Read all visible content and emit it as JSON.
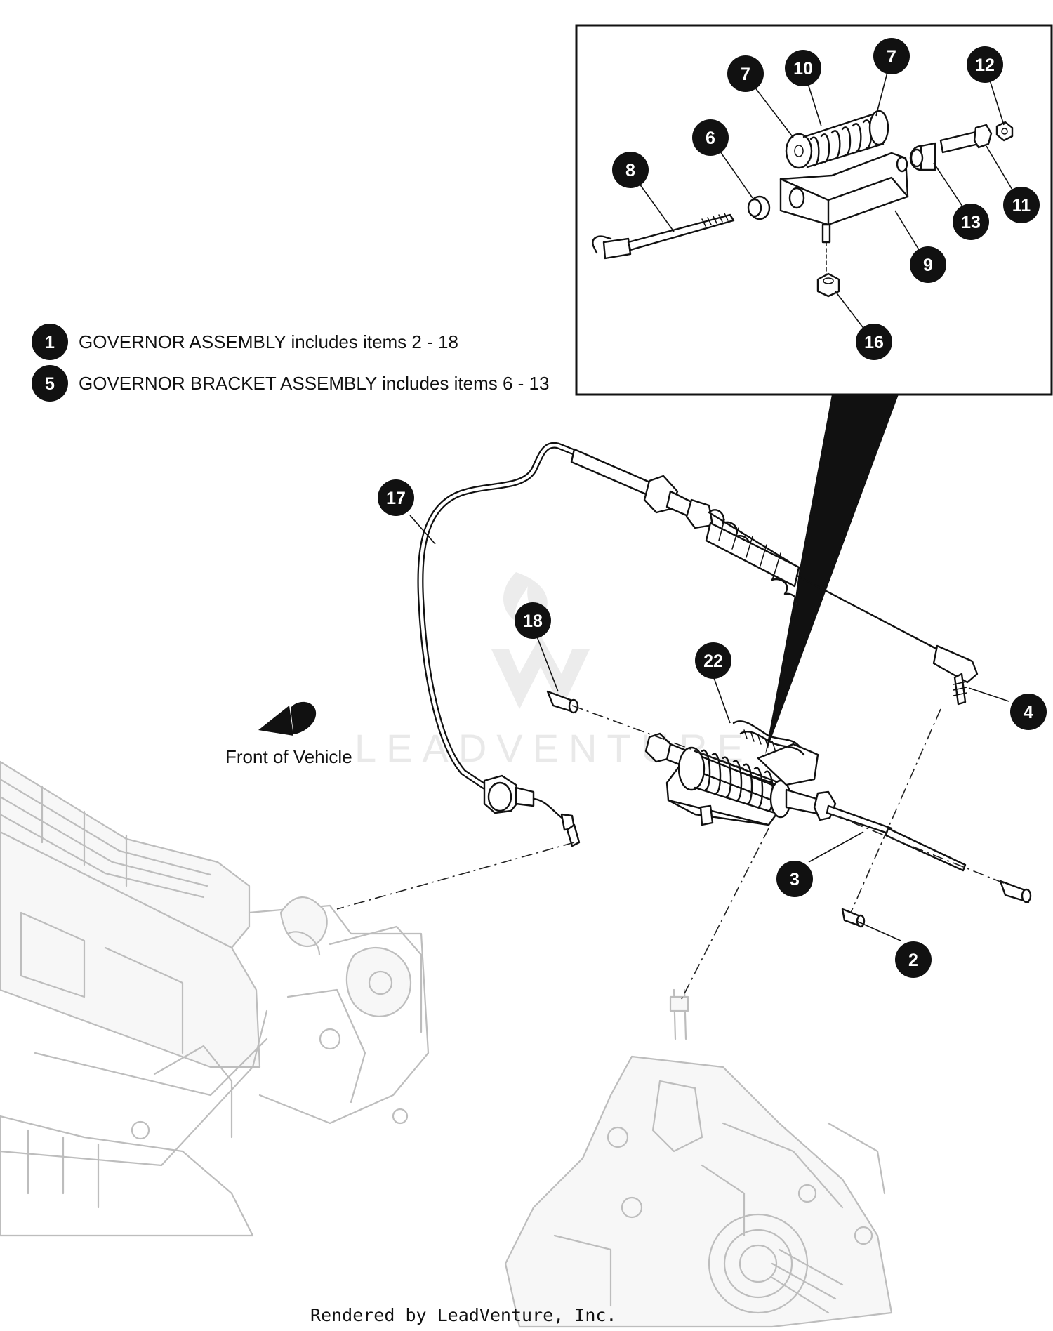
{
  "legend": [
    {
      "number": "1",
      "text": "GOVERNOR ASSEMBLY includes items 2 - 18"
    },
    {
      "number": "5",
      "text": "GOVERNOR BRACKET ASSEMBLY includes items 6 - 13"
    }
  ],
  "callouts": [
    {
      "id": "7a",
      "label": "7"
    },
    {
      "id": "10",
      "label": "10"
    },
    {
      "id": "7b",
      "label": "7"
    },
    {
      "id": "12",
      "label": "12"
    },
    {
      "id": "6",
      "label": "6"
    },
    {
      "id": "8",
      "label": "8"
    },
    {
      "id": "11",
      "label": "11"
    },
    {
      "id": "13",
      "label": "13"
    },
    {
      "id": "9",
      "label": "9"
    },
    {
      "id": "16",
      "label": "16"
    },
    {
      "id": "17",
      "label": "17"
    },
    {
      "id": "18",
      "label": "18"
    },
    {
      "id": "22",
      "label": "22"
    },
    {
      "id": "4",
      "label": "4"
    },
    {
      "id": "3",
      "label": "3"
    },
    {
      "id": "2",
      "label": "2"
    }
  ],
  "front_of_vehicle_label": "Front of Vehicle",
  "watermark_text": "LEADVENTURE",
  "footer_text": "Rendered by LeadVenture, Inc.",
  "colors": {
    "ink": "#111111",
    "ghost": "#bdbdbd",
    "watermark": "#e9e9e9"
  }
}
